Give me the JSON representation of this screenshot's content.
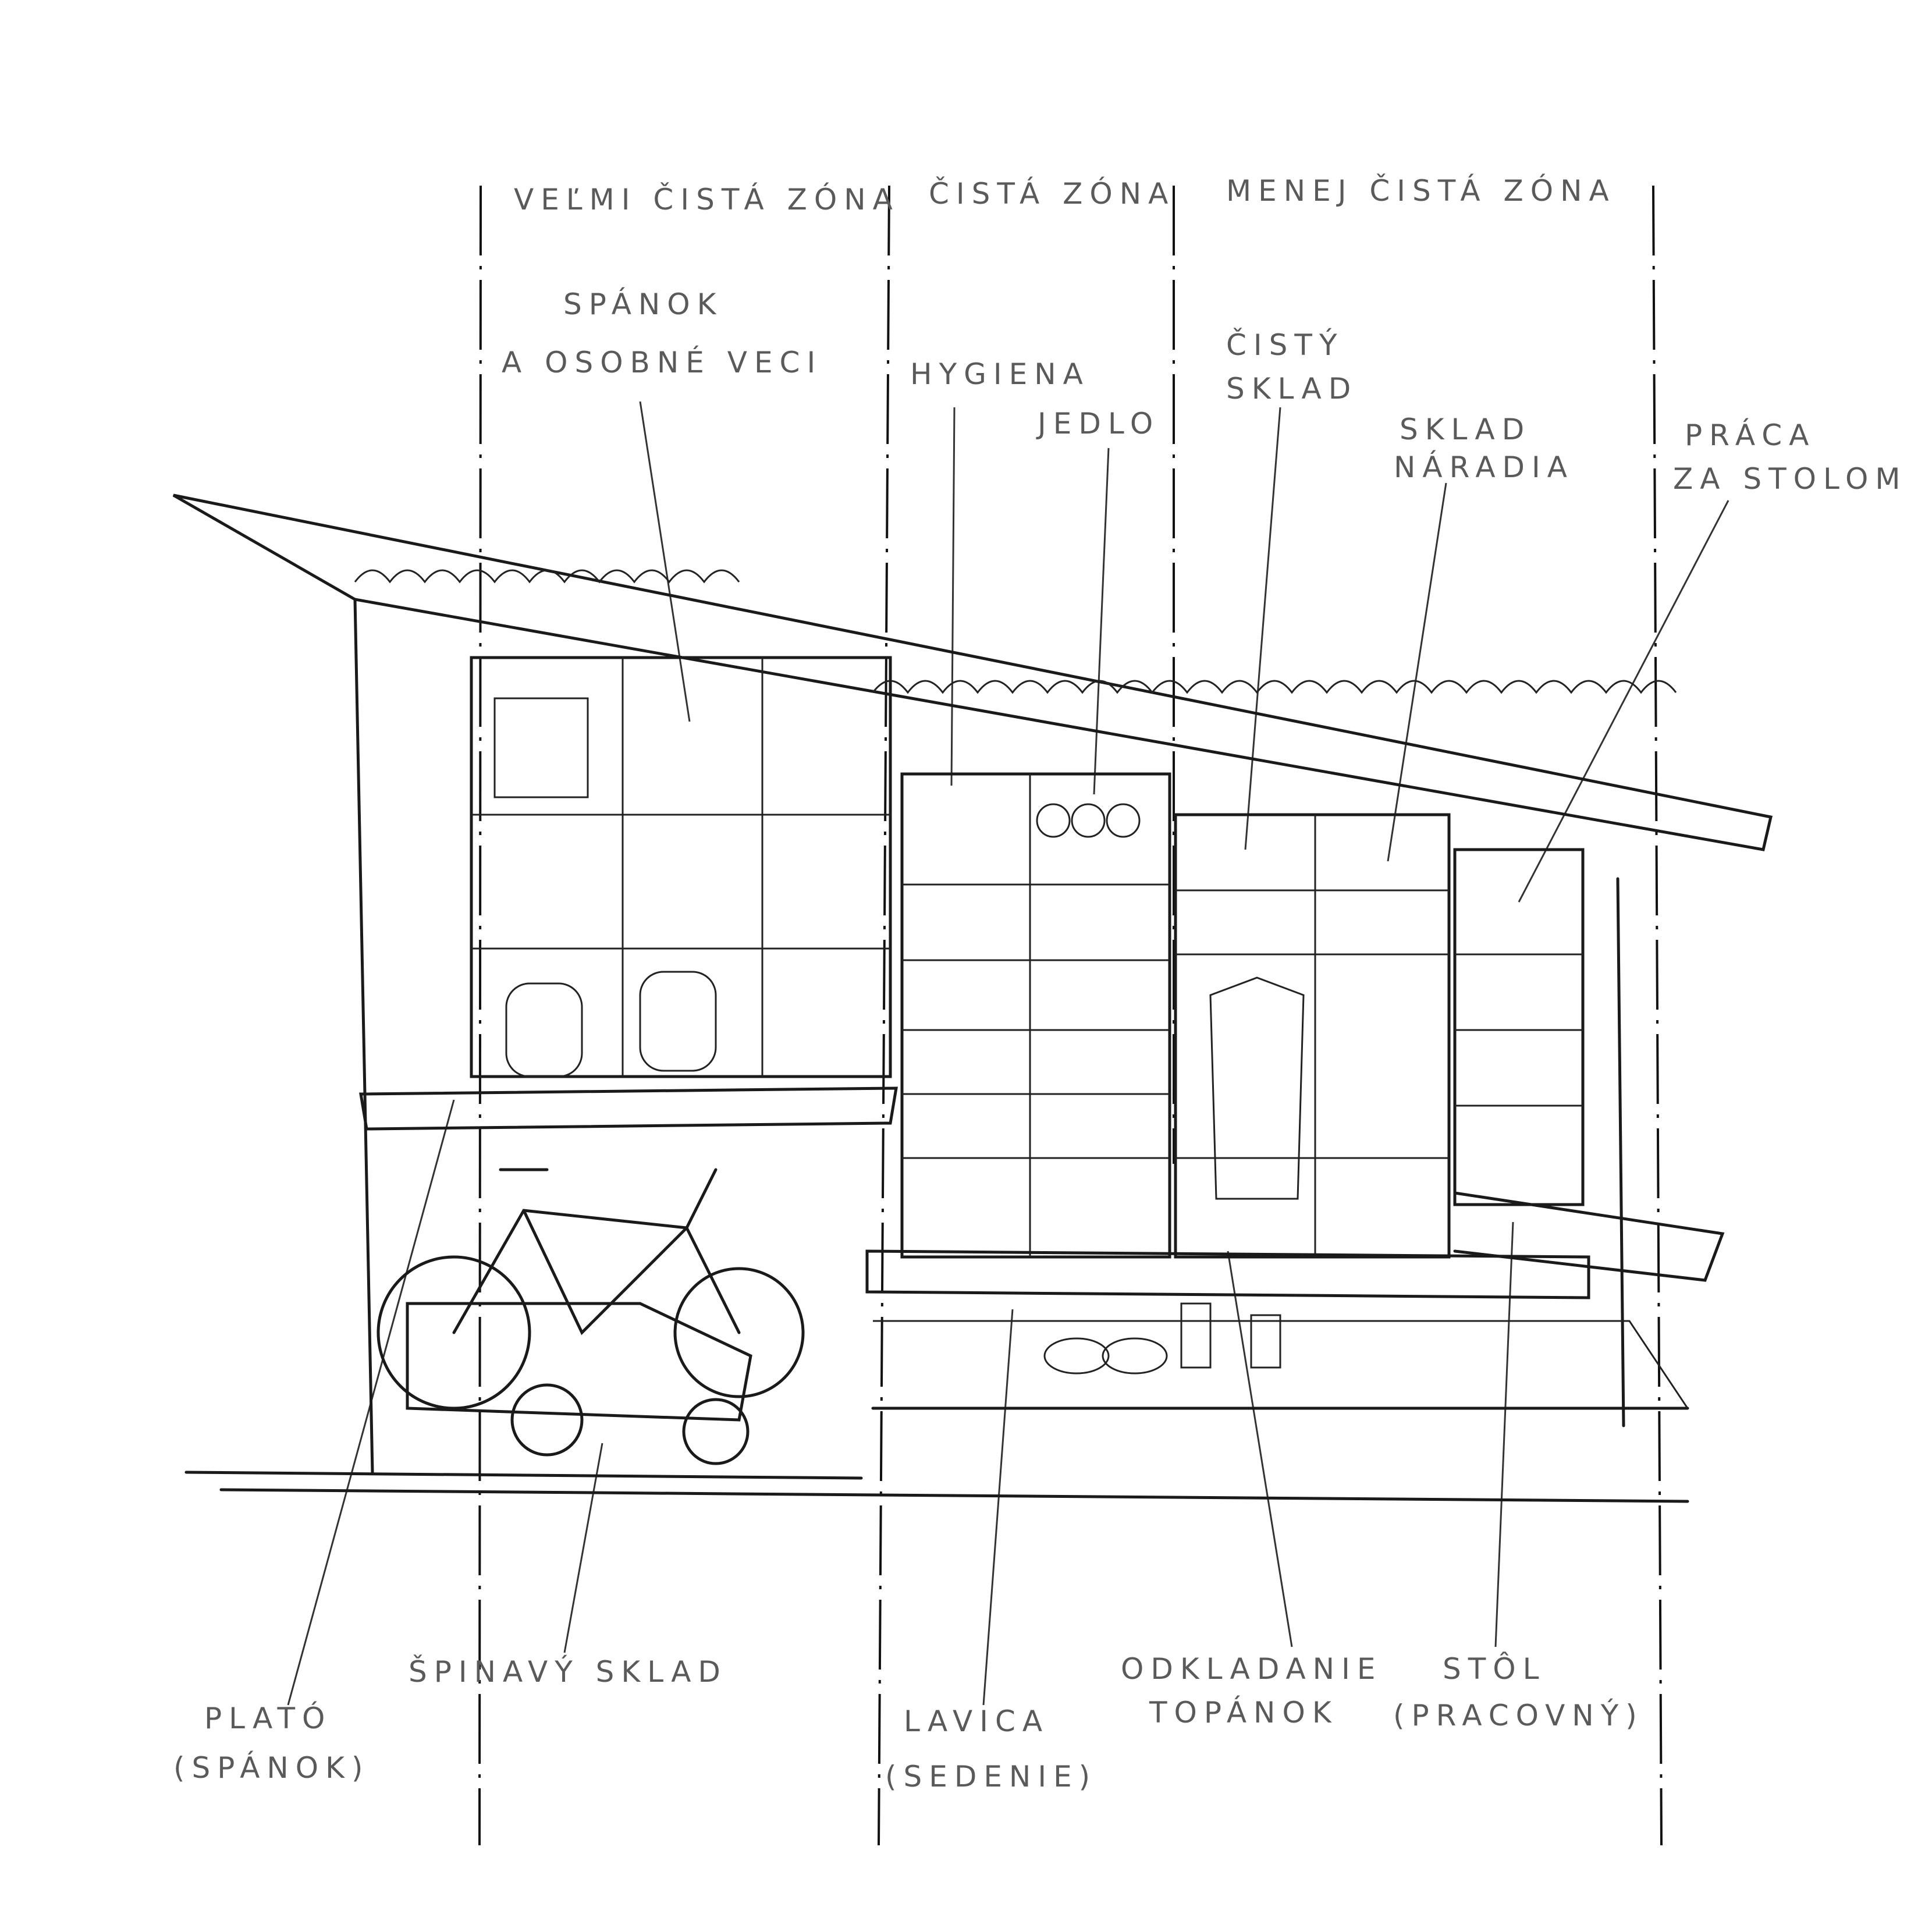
{
  "zones": {
    "very_clean": "VEĽMI ČISTÁ ZÓNA",
    "clean": "ČISTÁ ZÓNA",
    "less_clean": "MENEJ ČISTÁ ZÓNA"
  },
  "labels_top": {
    "sleep_1": "SPÁNOK",
    "sleep_2": "A OSOBNÉ VECI",
    "hygiene": "HYGIENA",
    "food": "JEDLO",
    "clean_storage_1": "ČISTÝ",
    "clean_storage_2": "SKLAD",
    "tools_1": "SKLAD",
    "tools_2": "NÁRADIA",
    "work_1": "PRÁCA",
    "work_2": "ZA STOLOM"
  },
  "labels_bottom": {
    "plateau_1": "PLATÓ",
    "plateau_2": "(SPÁNOK)",
    "dirty_storage": "ŠPINAVÝ SKLAD",
    "bench_1": "LAVICA",
    "bench_2": "(SEDENIE)",
    "shoes_1": "ODKLADANIE",
    "shoes_2": "TOPÁNOK",
    "desk_1": "STÔL",
    "desk_2": "(PRACOVNÝ)"
  }
}
